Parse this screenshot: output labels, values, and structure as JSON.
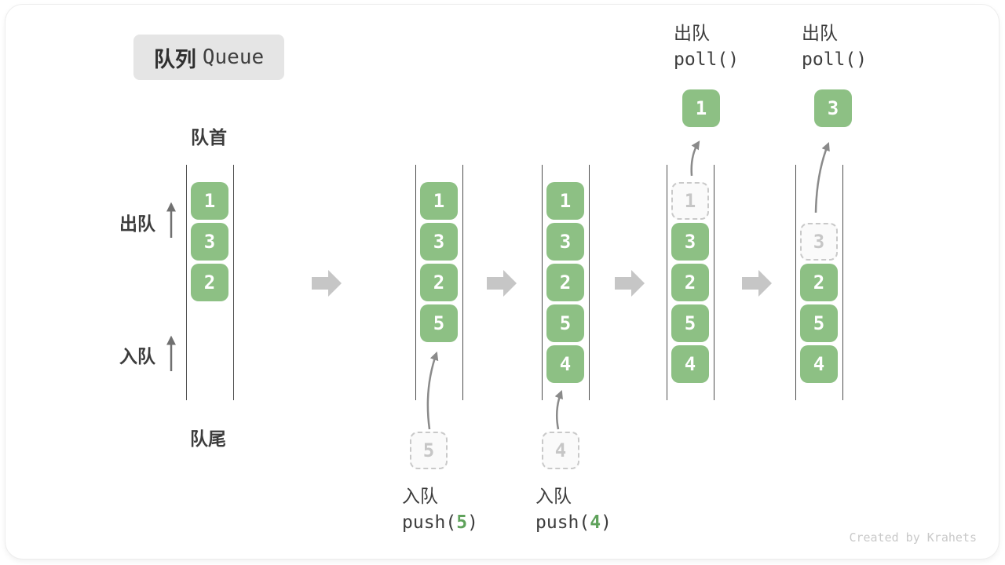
{
  "title": {
    "zh": "队列",
    "en": "Queue"
  },
  "labels": {
    "front": "队首",
    "rear": "队尾",
    "dequeue_side": "出队",
    "enqueue_side": "入队"
  },
  "states": [
    {
      "slots": [
        "1",
        "3",
        "2"
      ]
    },
    {
      "slots": [
        "1",
        "3",
        "2",
        "5"
      ]
    },
    {
      "slots": [
        "1",
        "3",
        "2",
        "5",
        "4"
      ]
    },
    {
      "removed": "1",
      "slots": [
        "3",
        "2",
        "5",
        "4"
      ]
    },
    {
      "removed": "3",
      "slots": [
        "2",
        "5",
        "4"
      ]
    }
  ],
  "operations": {
    "push5": {
      "name": "入队",
      "fn_open": "push(",
      "arg": "5",
      "fn_close": ")"
    },
    "push4": {
      "name": "入队",
      "fn_open": "push(",
      "arg": "4",
      "fn_close": ")"
    },
    "poll1": {
      "name": "出队",
      "fn": "poll()"
    },
    "poll2": {
      "name": "出队",
      "fn": "poll()"
    }
  },
  "floating_out": [
    "1",
    "3"
  ],
  "incoming": [
    "5",
    "4"
  ],
  "credit": "Created by Krahets",
  "colors": {
    "box_green": "#8dc084",
    "arg_green": "#5fa25b",
    "block_arrow_gray": "#c6c6c6",
    "thin_arrow_gray": "#8a8a8a",
    "line_dark": "#4d4d4d",
    "text_dark": "#3c3c3c",
    "muted_gray": "#c9c9c9",
    "chip_bg": "#e5e5e5"
  }
}
